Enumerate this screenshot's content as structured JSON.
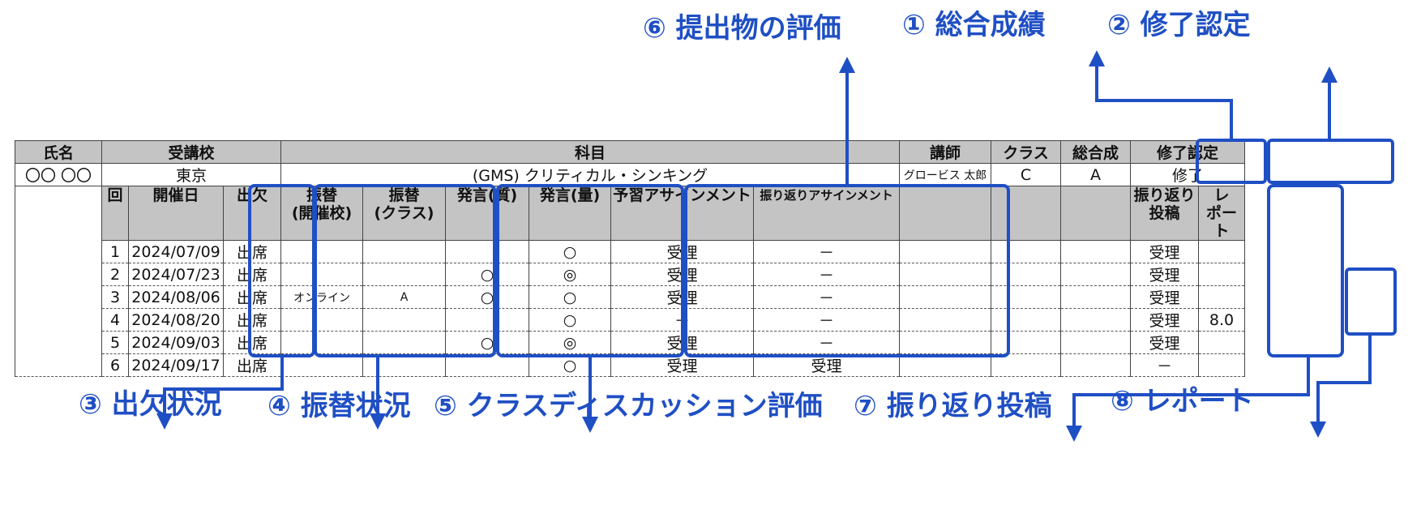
{
  "callouts": {
    "c1": "① 総合成績",
    "c2": "② 修了認定",
    "c3": "③ 出欠状況",
    "c4": "④ 振替状況",
    "c5": "⑤ クラスディスカッション評価",
    "c6": "⑥ 提出物の評価",
    "c7": "⑦ 振り返り投稿",
    "c8": "⑧ レポート"
  },
  "header": {
    "name": "氏名",
    "school": "受講校",
    "subject": "科目",
    "instructor": "講師",
    "class": "クラス",
    "overall": "総合成",
    "completion": "修了認定"
  },
  "info": {
    "name": "〇〇 〇〇",
    "school": "東京",
    "subject": "(GMS) クリティカル・シンキング",
    "instructor": "グロービス 太郎",
    "class": "C",
    "overall": "A",
    "completion": "修了"
  },
  "columns": {
    "session": "回",
    "date": "開催日",
    "attendance": "出欠",
    "transfer_school": "振替\n(開催校)",
    "transfer_class": "振替\n(クラス)",
    "remark_quality": "発言(質)",
    "remark_quantity": "発言(量)",
    "prep_assignment": "予習アサインメント",
    "review_assignment": "振り返りアサインメント",
    "reflection_post": "振り返り\n投稿",
    "report": "レ\nポート"
  },
  "rows": [
    {
      "no": "1",
      "date": "2024/07/09",
      "att": "出席",
      "ts": "",
      "tc": "",
      "q": "",
      "n": "○",
      "prep": "受理",
      "rev": "－",
      "post": "受理",
      "rep": ""
    },
    {
      "no": "2",
      "date": "2024/07/23",
      "att": "出席",
      "ts": "",
      "tc": "",
      "q": "○",
      "n": "◎",
      "prep": "受理",
      "rev": "－",
      "post": "受理",
      "rep": ""
    },
    {
      "no": "3",
      "date": "2024/08/06",
      "att": "出席",
      "ts": "オンライン",
      "tc": "A",
      "q": "○",
      "n": "○",
      "prep": "受理",
      "rev": "－",
      "post": "受理",
      "rep": ""
    },
    {
      "no": "4",
      "date": "2024/08/20",
      "att": "出席",
      "ts": "",
      "tc": "",
      "q": "",
      "n": "○",
      "prep": "－",
      "rev": "－",
      "post": "受理",
      "rep": "8.0"
    },
    {
      "no": "5",
      "date": "2024/09/03",
      "att": "出席",
      "ts": "",
      "tc": "",
      "q": "○",
      "n": "◎",
      "prep": "受理",
      "rev": "－",
      "post": "受理",
      "rep": ""
    },
    {
      "no": "6",
      "date": "2024/09/17",
      "att": "出席",
      "ts": "",
      "tc": "",
      "q": "",
      "n": "○",
      "prep": "受理",
      "rev": "受理",
      "post": "－",
      "rep": ""
    }
  ],
  "colors": {
    "accent": "#1f4fc4",
    "header_bg": "#c4c4c4"
  }
}
